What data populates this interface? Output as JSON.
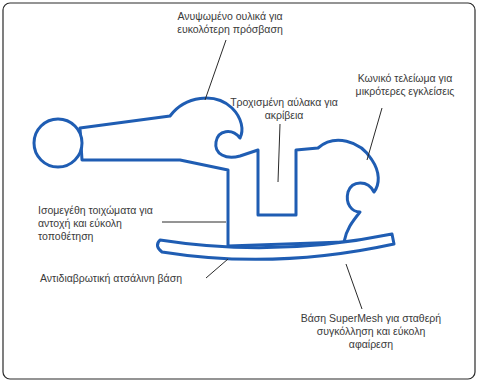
{
  "diagram": {
    "labels": [
      "Ανυψωμένο ουλικά για ευκολότερη πρόσβαση",
      "Τροχισμένη αύλακα για ακρίβεια",
      "Κωνικό τελείωμα για μικρότερες εγκλείσεις",
      "Ισομεγέθη τοιχώματα για αντοχή και εύκολη τοποθέτηση",
      "Αντιδιαβρωτική ατσάλινη βάση",
      "Βάση SuperMesh για σταθερή συγκόλληση και εύκολη αφαίρεση"
    ]
  }
}
